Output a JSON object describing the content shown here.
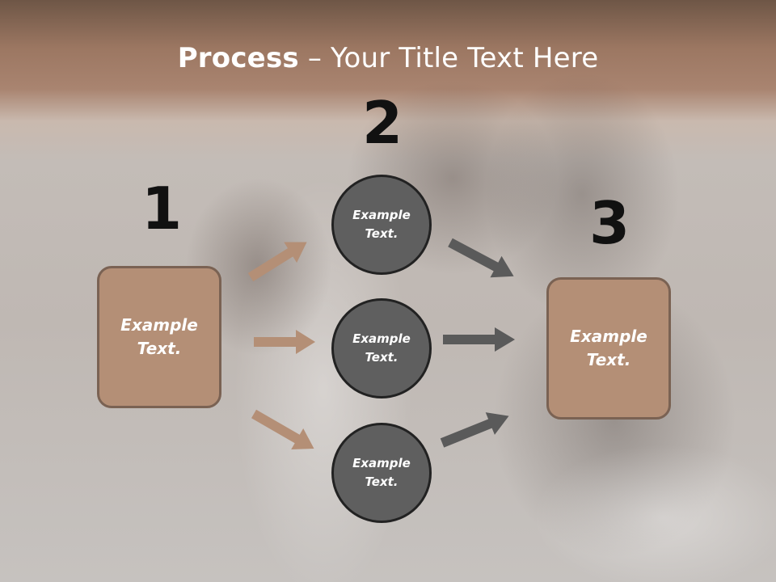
{
  "title": {
    "bold": "Process",
    "rest": " – Your Title Text Here"
  },
  "steps": {
    "one": "1",
    "two": "2",
    "three": "3"
  },
  "left_box": {
    "line1": "Example",
    "line2": "Text."
  },
  "right_box": {
    "line1": "Example",
    "line2": "Text."
  },
  "circles": [
    {
      "line1": "Example",
      "line2": "Text."
    },
    {
      "line1": "Example",
      "line2": "Text."
    },
    {
      "line1": "Example",
      "line2": "Text."
    }
  ],
  "colors": {
    "box_fill": "#b48f76",
    "box_border": "#7a6253",
    "circle_fill": "#5f5f5f",
    "circle_border": "#222222",
    "arrow_tan": "#b48f76",
    "arrow_gray": "#5a5a5a"
  }
}
